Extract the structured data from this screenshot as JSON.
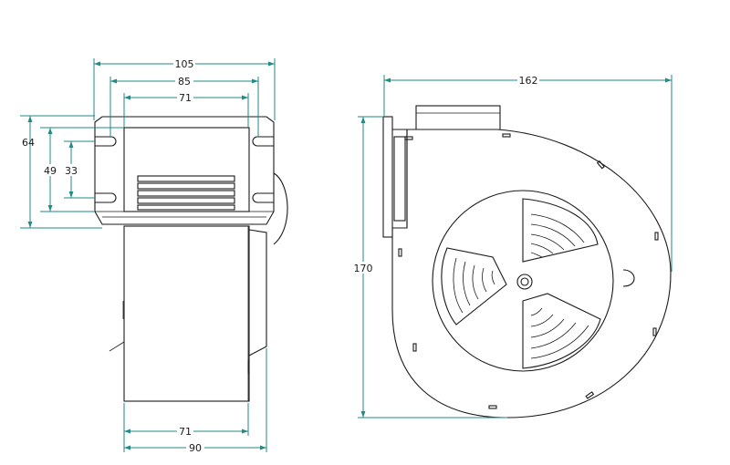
{
  "dimensions": {
    "width_105": "105",
    "width_85": "85",
    "width_71_top": "71",
    "height_64": "64",
    "height_49": "49",
    "height_33": "33",
    "width_71_bottom": "71",
    "width_90": "90",
    "width_162": "162",
    "height_170": "170"
  },
  "colors": {
    "dimension_line": "#1f8a86",
    "outline": "#1a1a1a",
    "background": "#ffffff"
  }
}
